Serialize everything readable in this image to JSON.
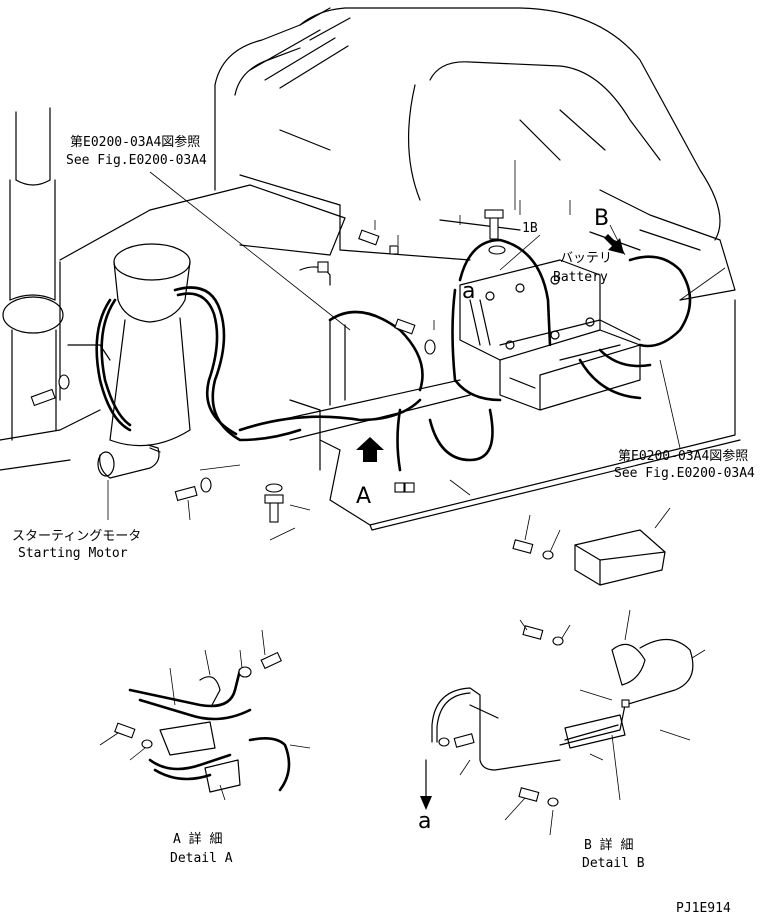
{
  "labels": {
    "ref_top_jp": "第E0200-03A4図参照",
    "ref_top_en": "See Fig.E0200-03A4",
    "ref_right_jp": "第E0200-03A4図参照",
    "ref_right_en": "See Fig.E0200-03A4",
    "starter_jp": "スターティングモータ",
    "starter_en": "Starting Motor",
    "battery_jp": "バッテリ",
    "battery_en": "Battery",
    "callout_1b": "1B",
    "arrow_a_letter": "A",
    "arrow_b_letter": "B",
    "conn_a_top": "a",
    "conn_a_bottom": "a",
    "detail_a_jp": "A 詳 細",
    "detail_a_en": "Detail A",
    "detail_b_jp": "B 詳 細",
    "detail_b_en": "Detail B",
    "drawing_id": "PJ1E914"
  }
}
